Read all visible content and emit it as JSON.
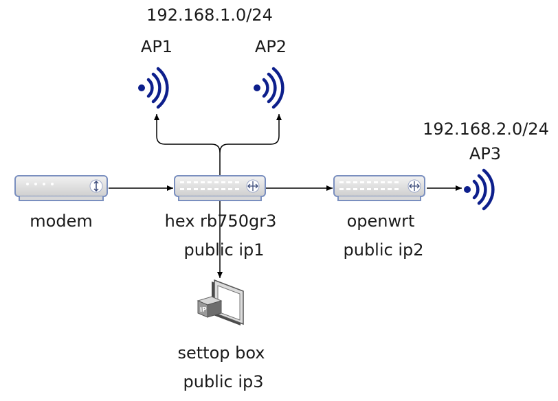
{
  "labels": {
    "subnet1": "192.168.1.0/24",
    "ap1": "AP1",
    "ap2": "AP2",
    "subnet2": "192.168.2.0/24",
    "ap3": "AP3",
    "modem": "modem",
    "hex": "hex rb750gr3",
    "hex_ip": "public ip1",
    "openwrt": "openwrt",
    "openwrt_ip": "public ip2",
    "settop": "settop box",
    "settop_ip": "public ip3"
  },
  "colors": {
    "wifi": "#0d1f8c",
    "device_fill": "#e3e3e3",
    "device_stroke": "#7a8fbf",
    "edge": "#000000"
  },
  "icons": {
    "modem": "modem-icon",
    "router": "router-icon",
    "wifi": "wifi-icon",
    "settop": "ip-phone-icon"
  }
}
